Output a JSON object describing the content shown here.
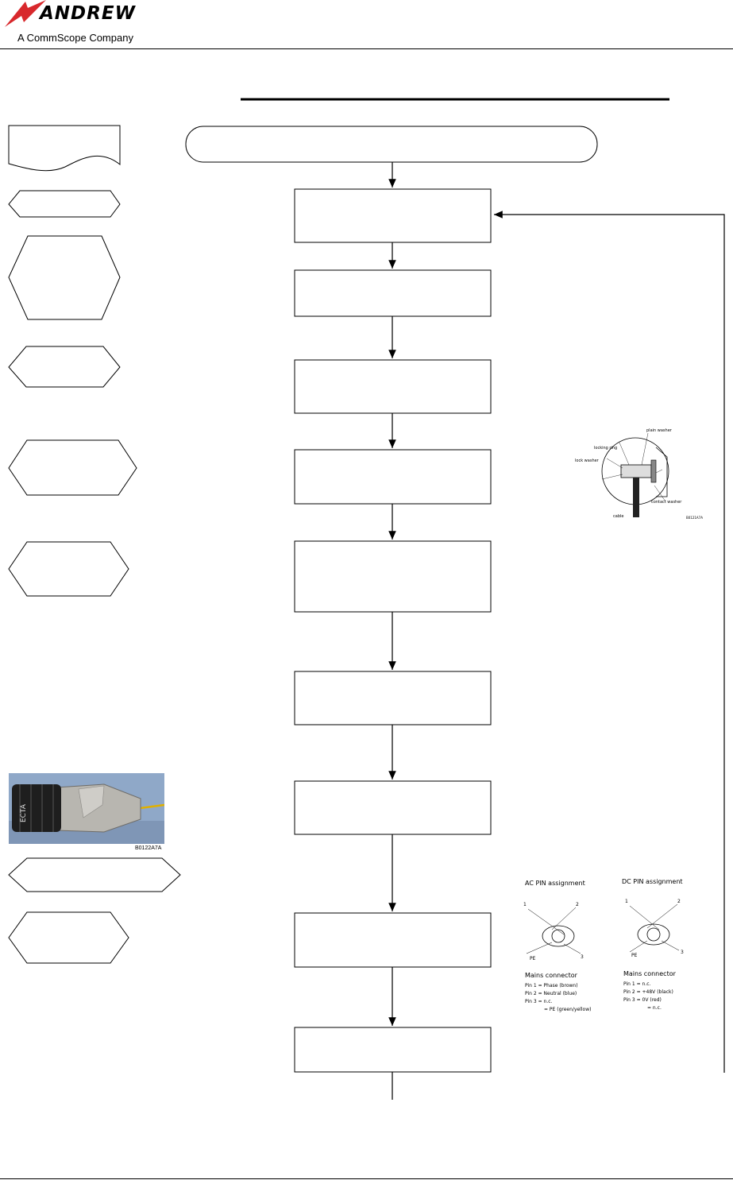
{
  "header": {
    "brand": "ANDREW",
    "tagline": "A CommScope Company"
  },
  "figures": {
    "connector_photo": {
      "label": "ECTA",
      "caption": "B0122A7A"
    },
    "connector_diagram": {
      "labels": [
        "plain washer",
        "locking ring",
        "lock washer",
        "contact washer",
        "cable",
        "B0121A7A"
      ]
    },
    "pin_assignment": {
      "ac": {
        "title": "AC PIN assignment",
        "pins": [
          "1",
          "2",
          "3",
          "PE"
        ],
        "subtitle": "Mains connector",
        "lines": [
          "Pin 1 = Phase (brown)",
          "Pin 2 = Neutral (blue)",
          "Pin 3 = n.c.",
          "= PE (green/yellow)"
        ]
      },
      "dc": {
        "title": "DC PIN assignment",
        "pins": [
          "1",
          "2",
          "3",
          "PE"
        ],
        "subtitle": "Mains connector",
        "lines": [
          "Pin 1 = n.c.",
          "Pin 2 = +48V (black)",
          "Pin 3 = 0V (red)",
          "= n.c."
        ]
      }
    }
  },
  "colors": {
    "brand_red": "#d8282c",
    "stroke": "#000000",
    "photo_metal": "#b8b6b0",
    "photo_bg": "#8fa8c8"
  }
}
